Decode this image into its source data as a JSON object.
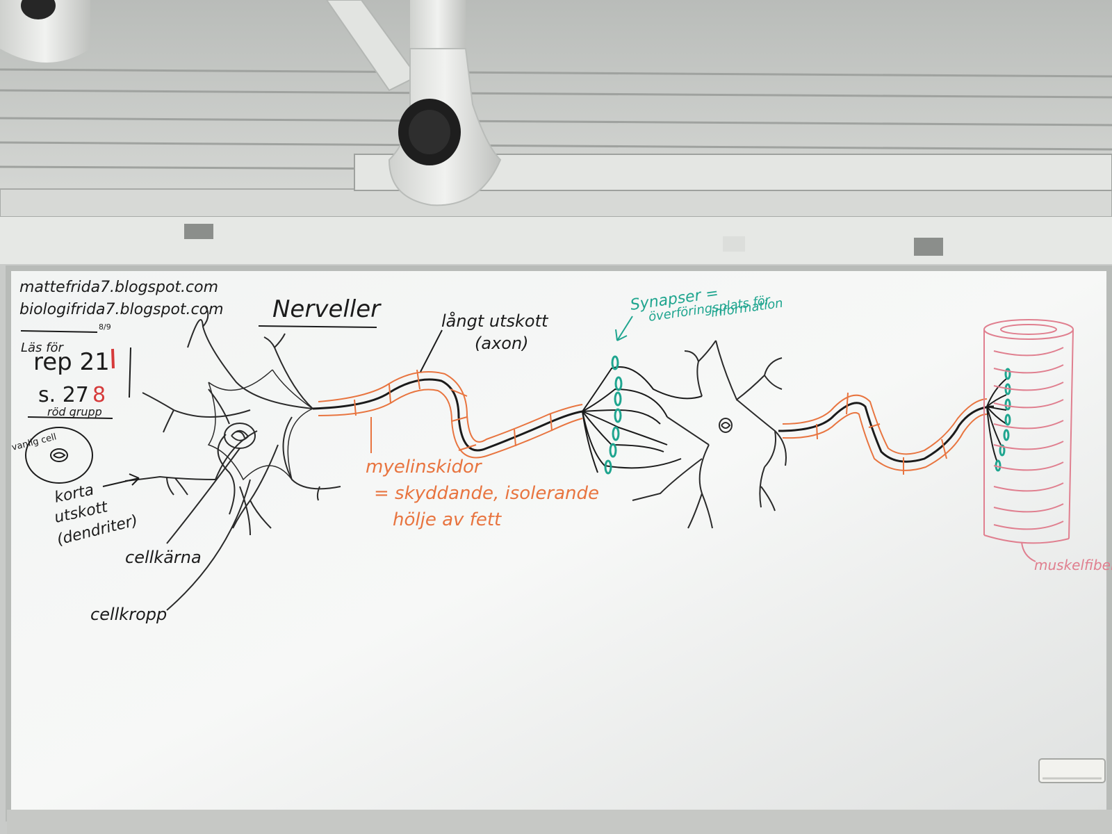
{
  "board": {
    "title": "Nerveller",
    "urls": [
      "mattefrida7.blogspot.com",
      "biologifrida7.blogspot.com"
    ],
    "url_note": "8/9",
    "lasfor": "Läs för",
    "rep": "rep 21",
    "rep_num_color": "#d63a3a",
    "page_ref": "s. 27",
    "page_ref_digit": "8",
    "rod_grupp": "röd grupp",
    "vanlig_cell": "vanlig cell"
  },
  "labels": {
    "axon_line1": "långt utskott",
    "axon_line2": "(axon)",
    "dendrites_line1": "korta",
    "dendrites_line2": "utskott",
    "dendrites_line3": "(dendriter)",
    "nucleus": "cellkärna",
    "cellbody": "cellkropp",
    "myelin_line1": "myelinskidor",
    "myelin_line2": "= skyddande, isolerande",
    "myelin_line3": "hölje av fett",
    "synapse_line1": "Synapser =",
    "synapse_line2": "överföringsplats för",
    "synapse_line3": "information",
    "muscle": "muskelfiber"
  },
  "colors": {
    "ink_black": "#1b1b1b",
    "ink_orange": "#e8743f",
    "ink_teal": "#1fa58f",
    "ink_pink": "#e07f8f",
    "ink_red": "#d63a3a"
  }
}
